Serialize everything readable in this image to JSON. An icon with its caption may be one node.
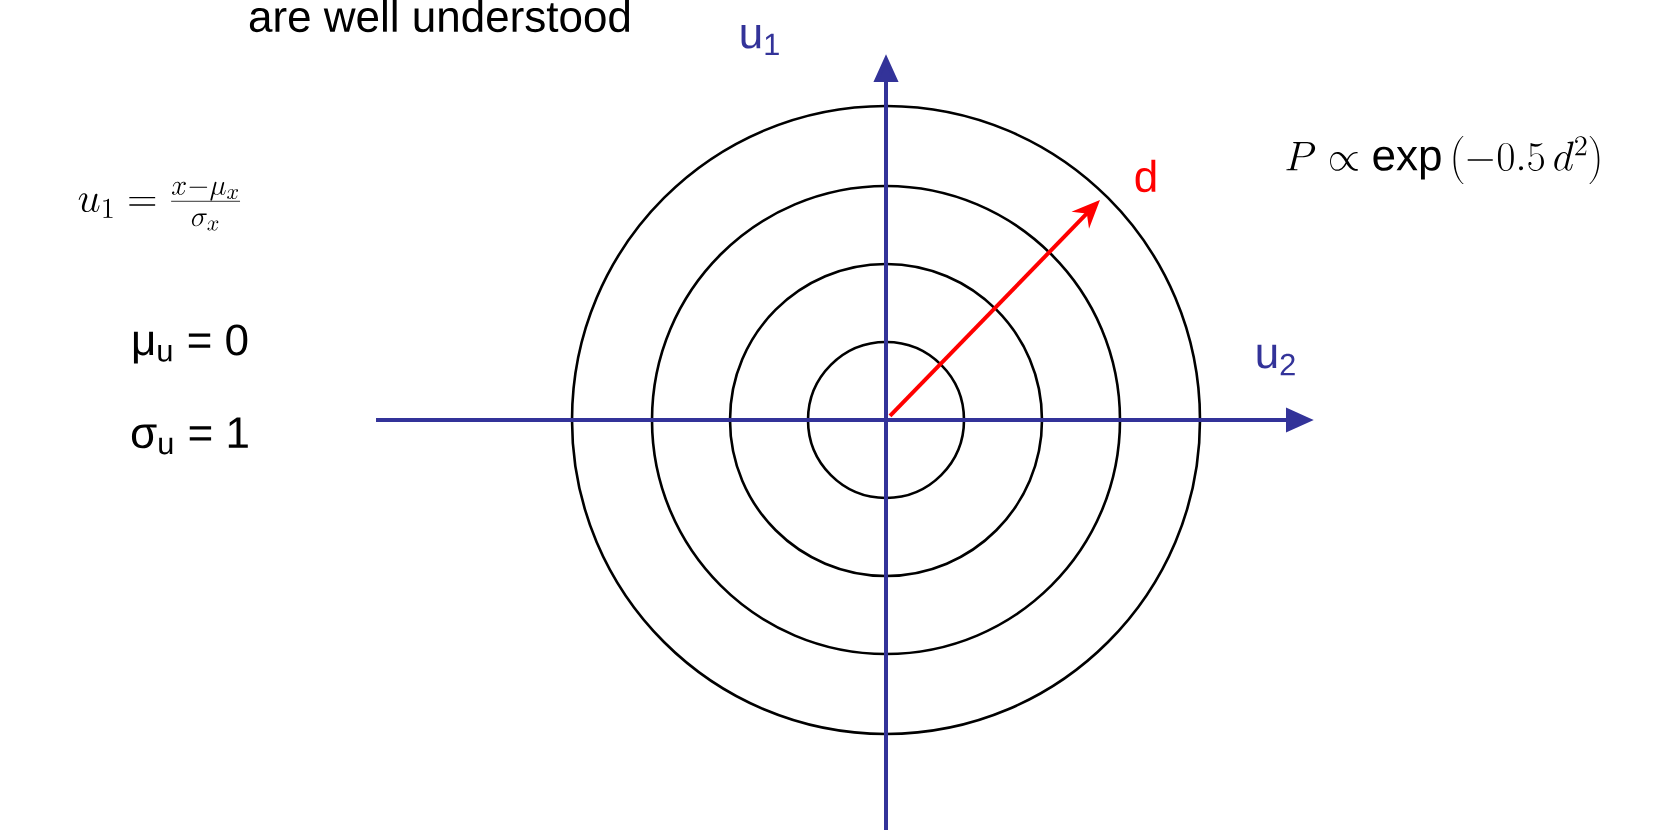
{
  "diagram": {
    "labels": [
      "are well understood",
      "u_1 = \\frac{x - \\mu_x}{\\sigma_x}",
      "μ$_{u}$ = 0",
      "σ$_{u}$ = 1",
      "u$_{1}$",
      "d",
      "P \\propto \\exp\\left(-0.5\\,d^{2}\\right)",
      "u$_{2}$"
    ]
  }
}
